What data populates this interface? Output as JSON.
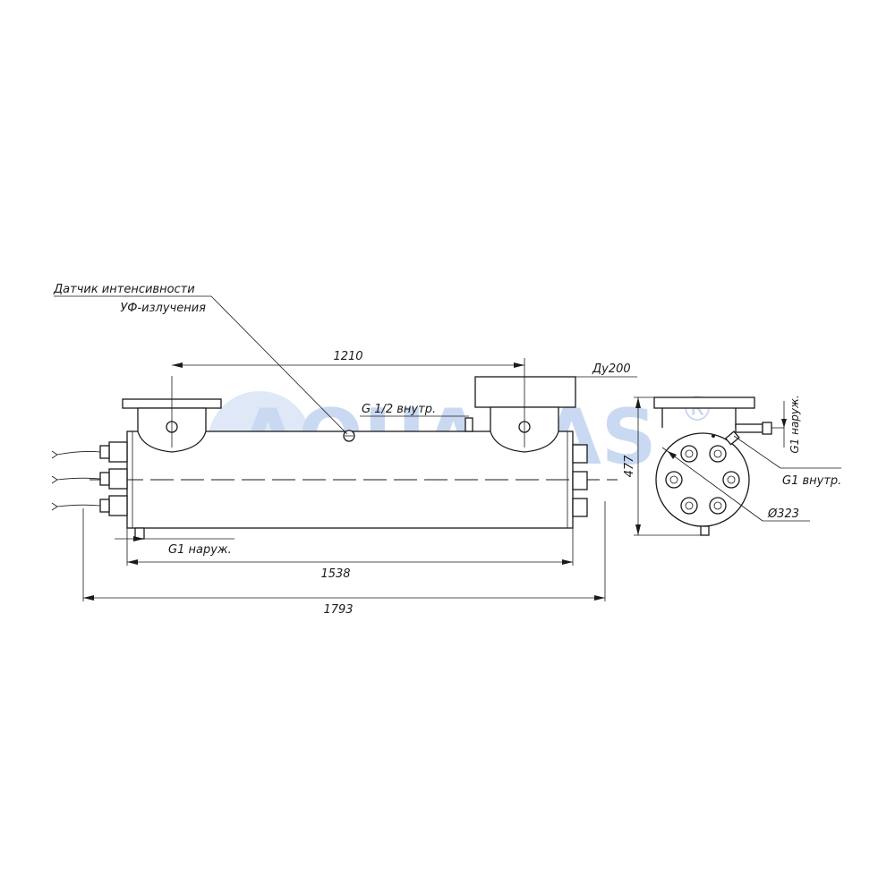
{
  "watermark": {
    "text": "AQUABAS",
    "registered_mark": "®",
    "color": "#c9d9f2"
  },
  "labels": {
    "sensor_line1": "Датчик интенсивности",
    "sensor_line2": "УФ-излучения",
    "port_g12": "G 1/2 внутр.",
    "port_g1_outer_bottom": "G1 наруж.",
    "port_g1_outer_side": "G1 наруж.",
    "port_g1_inner": "G1 внутр.",
    "flange_dn": "Ду200"
  },
  "dimensions": {
    "flange_spacing": "1210",
    "body_length": "1538",
    "overall_length": "1793",
    "height": "477",
    "diameter": "Ø323"
  },
  "colors": {
    "line": "#1a1a1a",
    "background": "#ffffff"
  }
}
